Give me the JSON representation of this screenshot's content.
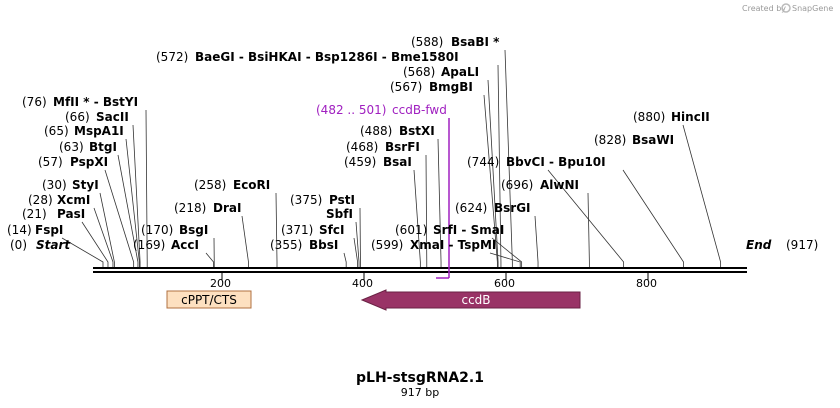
{
  "watermark": {
    "prefix": "Created by",
    "brand": "SnapGene"
  },
  "map": {
    "title": "pLH-stsgRNA2.1",
    "length_label": "917 bp",
    "total_bp": 917,
    "start": {
      "pos": "(0)",
      "label": "Start"
    },
    "end": {
      "label": "End",
      "pos": "(917)"
    },
    "scale_ticks": [
      "200",
      "400",
      "600",
      "800"
    ],
    "primer": {
      "range": "(482 .. 501)",
      "name": "ccdB-fwd",
      "color": "#a020c0"
    },
    "features": [
      {
        "label": "cPPT/CTS",
        "start": 104,
        "end": 221,
        "direction": "none",
        "color": "#fde0c0"
      },
      {
        "label": "ccdB",
        "start": 388,
        "end": 693,
        "direction": "reverse",
        "color": "#993366"
      }
    ],
    "sites": [
      {
        "pos": "(14)",
        "name": "FspI",
        "bp": 14
      },
      {
        "pos": "(21)",
        "name": "PasI",
        "bp": 21
      },
      {
        "pos": "(28)",
        "name": "XcmI",
        "bp": 28
      },
      {
        "pos": "(30)",
        "name": "StyI",
        "bp": 30
      },
      {
        "pos": "(57)",
        "name": "PspXI",
        "bp": 57
      },
      {
        "pos": "(63)",
        "name": "BtgI",
        "bp": 63
      },
      {
        "pos": "(65)",
        "name": "MspA1I",
        "bp": 65
      },
      {
        "pos": "(66)",
        "name": "SacII",
        "bp": 66
      },
      {
        "pos": "(76)",
        "name": "MfII * - BstYI",
        "bp": 76
      },
      {
        "pos": "(169)",
        "name": "AccI",
        "bp": 169
      },
      {
        "pos": "(170)",
        "name": "BsgI",
        "bp": 170
      },
      {
        "pos": "(218)",
        "name": "DraI",
        "bp": 218
      },
      {
        "pos": "(258)",
        "name": "EcoRI",
        "bp": 258
      },
      {
        "pos": "(355)",
        "name": "BbsI",
        "bp": 355
      },
      {
        "pos": "(371)",
        "name": "SfcI",
        "bp": 371
      },
      {
        "pos": "",
        "name": "SbfI",
        "bp": 373
      },
      {
        "pos": "(375)",
        "name": "PstI",
        "bp": 375
      },
      {
        "pos": "(459)",
        "name": "BsaI",
        "bp": 459
      },
      {
        "pos": "(468)",
        "name": "BsrFI",
        "bp": 468
      },
      {
        "pos": "(488)",
        "name": "BstXI",
        "bp": 488
      },
      {
        "pos": "(567)",
        "name": "BmgBI",
        "bp": 567
      },
      {
        "pos": "(568)",
        "name": "ApaLI",
        "bp": 568
      },
      {
        "pos": "(572)",
        "name": "BaeGI - BsiHKAI - Bsp1286I - Bme1580I",
        "bp": 572
      },
      {
        "pos": "(588)",
        "name": "BsaBI *",
        "bp": 588
      },
      {
        "pos": "(599)",
        "name": "XmaI - TspMI",
        "bp": 599
      },
      {
        "pos": "(601)",
        "name": "SrfI - SmaI",
        "bp": 601
      },
      {
        "pos": "(624)",
        "name": "BsrGI",
        "bp": 624
      },
      {
        "pos": "(696)",
        "name": "AlwNI",
        "bp": 696
      },
      {
        "pos": "(744)",
        "name": "BbvCI - Bpu10I",
        "bp": 744
      },
      {
        "pos": "(828)",
        "name": "BsaWI",
        "bp": 828
      },
      {
        "pos": "(880)",
        "name": "HincII",
        "bp": 880
      }
    ]
  }
}
